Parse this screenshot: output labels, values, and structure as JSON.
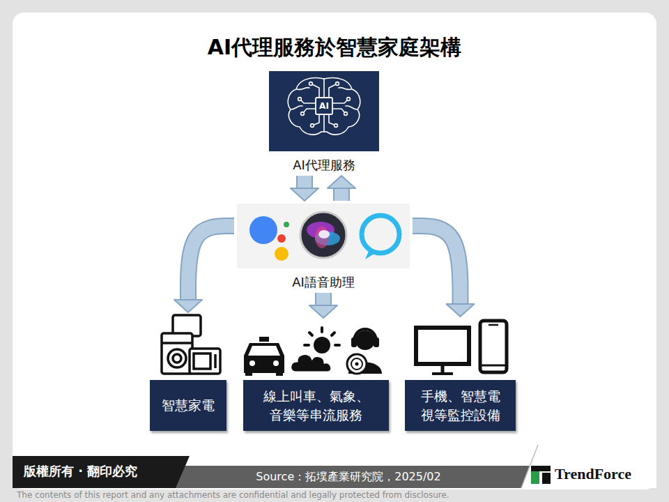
{
  "diagram": {
    "title": "AI代理服務於智慧家庭架構",
    "nodes": [
      {
        "text": [
          "AI代理服務"
        ]
      },
      {
        "text": [
          "AI語音助理"
        ]
      },
      {
        "text": [
          "智慧家電"
        ]
      },
      {
        "text": [
          "線上叫車、氣象、 音樂等串流服務"
        ]
      },
      {
        "text": [
          "手機、智慧電 視等監控設備"
        ]
      }
    ],
    "edges": [
      {
        "from": 0,
        "to": 1,
        "arrow": "to"
      },
      {
        "from": 1,
        "to": 0,
        "arrow": "to"
      },
      {
        "from": 1,
        "to": 2,
        "arrow": "to"
      },
      {
        "from": 1,
        "to": 3,
        "arrow": "to"
      },
      {
        "from": 1,
        "to": 4,
        "arrow": "to"
      }
    ],
    "labels": [
      "AI",
      "版權所有 · 翻印必究",
      "Source：拓墣產業研究院，2025/02",
      "TrendForce",
      "The contents of this report and any attachments are confidential and legally protected from disclosure."
    ]
  }
}
